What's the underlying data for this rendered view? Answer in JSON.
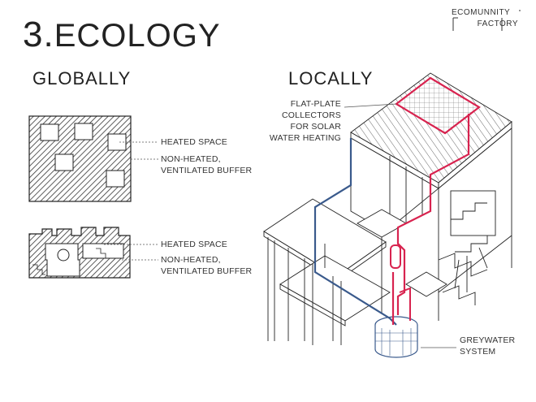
{
  "header": {
    "title_number": "3.",
    "title_text": "ECOLOGY",
    "logo_line1": "ECOMUNNITY",
    "logo_line2": "FACTORY"
  },
  "globally": {
    "heading": "GLOBALLY",
    "plan_labels": [
      "HEATED SPACE",
      "NON-HEATED,",
      "VENTILATED BUFFER"
    ],
    "section_labels": [
      "HEATED SPACE",
      "NON-HEATED,",
      "VENTILATED BUFFER"
    ]
  },
  "locally": {
    "heading": "LOCALLY",
    "collector_label": [
      "FLAT-PLATE",
      "COLLECTORS",
      "FOR SOLAR",
      "WATER HEATING"
    ],
    "greywater_label": [
      "GREYWATER",
      "SYSTEM"
    ]
  },
  "colors": {
    "accent_red": "#d8234f",
    "accent_blue": "#3a5a8c",
    "hatch": "#333333"
  }
}
